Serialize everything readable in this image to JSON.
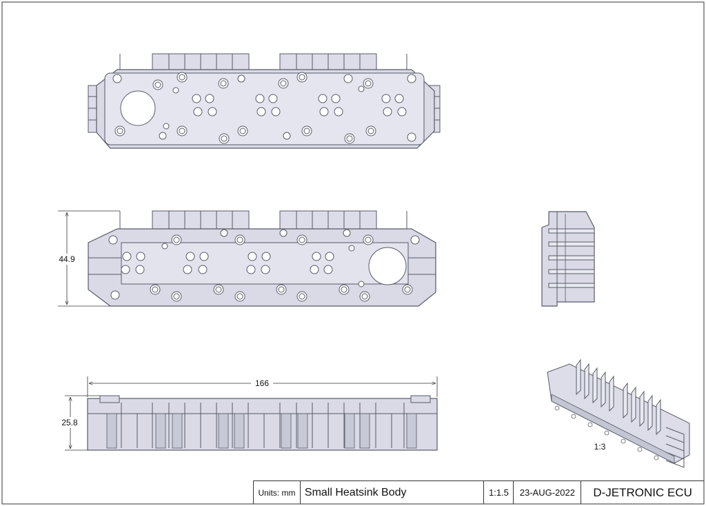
{
  "title_block": {
    "units": "Units: mm",
    "part_name": "Small Heatsink Body",
    "scale": "1:1.5",
    "date": "23-AUG-2022",
    "project": "D-JETRONIC ECU"
  },
  "dimensions": {
    "height": "44.9",
    "length": "166",
    "depth": "25.8"
  },
  "iso_view": {
    "scale_label": "1:3"
  },
  "colors": {
    "part_fill": "#d9dae6",
    "part_stroke": "#555a66",
    "line": "#333333"
  }
}
